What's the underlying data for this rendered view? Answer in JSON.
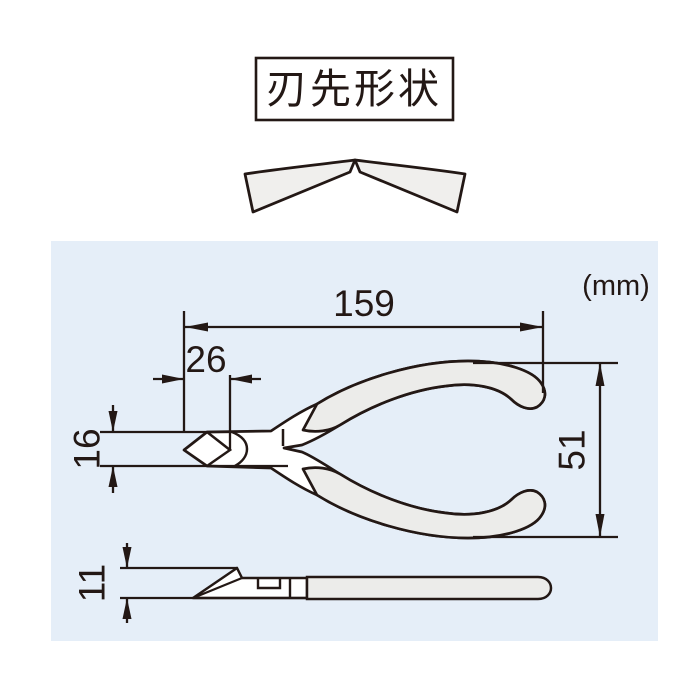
{
  "title": {
    "label": "刃先形状"
  },
  "unit_label": "(mm)",
  "dimensions": {
    "overall_length": "159",
    "jaw_length": "26",
    "head_width": "16",
    "handle_spread": "51",
    "head_height": "11"
  },
  "colors": {
    "panel_background": "#e5eef8",
    "line": "#231815",
    "metal_fill": "#ffffff",
    "grip_fill": "#ececea",
    "blade_fill": "#f0efed"
  },
  "icons": {
    "blade_tip_shape": "gull-wing-blade-profile"
  }
}
